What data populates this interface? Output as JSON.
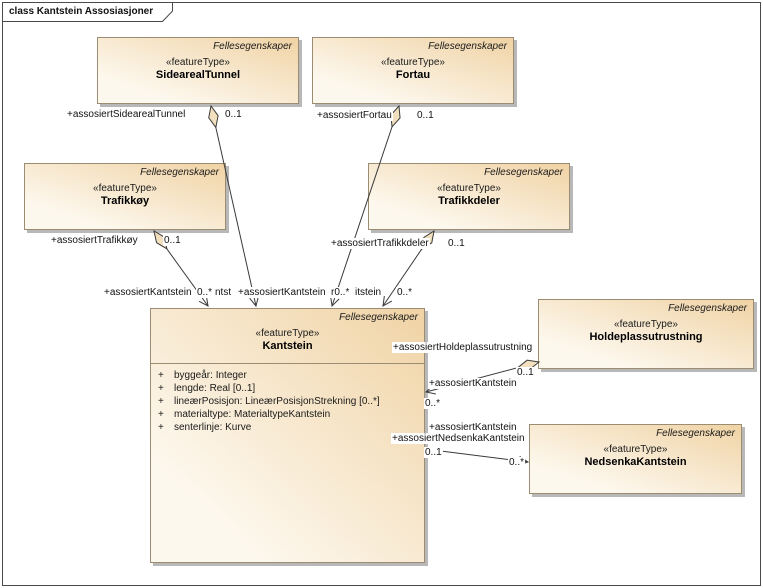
{
  "frame": {
    "title": "class Kantstein Assosiasjoner"
  },
  "classes": {
    "sidearealtunnel": {
      "package": "Fellesegenskaper",
      "stereotype": "«featureType»",
      "name": "SidearealTunnel"
    },
    "fortau": {
      "package": "Fellesegenskaper",
      "stereotype": "«featureType»",
      "name": "Fortau"
    },
    "trafikkoy": {
      "package": "Fellesegenskaper",
      "stereotype": "«featureType»",
      "name": "Trafikkøy"
    },
    "trafikkdeler": {
      "package": "Fellesegenskaper",
      "stereotype": "«featureType»",
      "name": "Trafikkdeler"
    },
    "kantstein": {
      "package": "Fellesegenskaper",
      "stereotype": "«featureType»",
      "name": "Kantstein",
      "attributes": [
        {
          "vis": "+",
          "text": "byggeår: Integer"
        },
        {
          "vis": "+",
          "text": "lengde: Real [0..1]"
        },
        {
          "vis": "+",
          "text": "lineærPosisjon: LineærPosisjonStrekning [0..*]"
        },
        {
          "vis": "+",
          "text": "materialtype: MaterialtypeKantstein"
        },
        {
          "vis": "+",
          "text": "senterlinje: Kurve"
        }
      ]
    },
    "holdeplassutrustning": {
      "package": "Fellesegenskaper",
      "stereotype": "«featureType»",
      "name": "Holdeplassutrustning"
    },
    "nedsenkakantstein": {
      "package": "Fellesegenskaper",
      "stereotype": "«featureType»",
      "name": "NedsenkaKantstein"
    }
  },
  "labels": {
    "sideareal_role": "+assosiertSidearealTunnel",
    "sideareal_mult": "0..1",
    "fortau_role": "+assosiertFortau",
    "fortau_mult": "0..1",
    "trafikkoy_role": "+assosiertTrafikkøy",
    "trafikkoy_mult": "0..1",
    "trafikkdeler_role": "+assosiertTrafikkdeler",
    "trafikkdeler_mult": "0..1",
    "kantstein_frag1": "+assosiertKantstein",
    "kantstein_frag2": "0..*",
    "kantstein_frag3": "ntst",
    "kantstein_frag4": "+assosiertKantstein",
    "kantstein_frag5": "r0..*",
    "kantstein_frag6": "itstein",
    "kantstein_frag7": "0..*",
    "holdeplass_role": "+assosiertHoldeplassutrustning",
    "holdeplass_mult": "0..1",
    "holdeplass_kantstein_role": "+assosiertKantstein",
    "holdeplass_kantstein_mult": "0..*",
    "nedsenka_kantstein_role": "+assosiertKantstein",
    "nedsenka_role": "+assosiertNedsenkaKantstein",
    "nedsenka_kantstein_mult": "0..1",
    "nedsenka_mult": "0..*"
  },
  "colors": {
    "box_fill_dark": "#f0d3a5",
    "box_fill_light": "#fdf8ee",
    "box_border": "#9b8c72",
    "diamond_fill": "#f2dfbe",
    "line": "#3a3a3a",
    "shadow": "#b8b8b8"
  }
}
